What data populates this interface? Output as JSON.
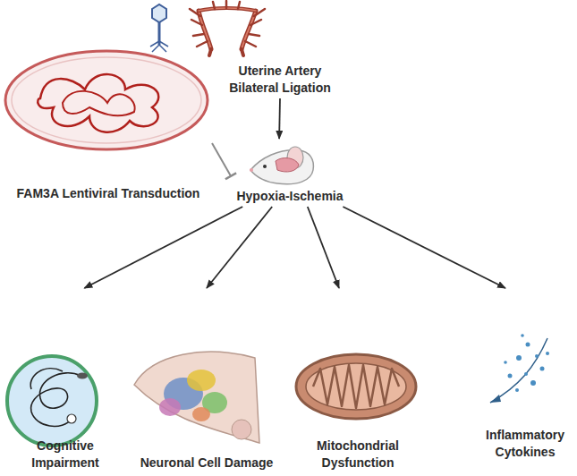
{
  "diagram": {
    "nodes": [
      {
        "text": [
          "Uterine Artery Bilateral Ligation"
        ]
      },
      {
        "text": [
          "FAM3A Lentiviral Transduction"
        ]
      },
      {
        "text": [
          "Hypoxia-Ischemia"
        ]
      },
      {
        "text": [
          "Cognitive Impairment"
        ]
      },
      {
        "text": [
          "Neuronal Cell Damage"
        ]
      },
      {
        "text": [
          "Mitochondrial Dysfunction"
        ]
      },
      {
        "text": [
          "Inflammatory Cytokines"
        ]
      }
    ],
    "edges": [
      {
        "from": 0,
        "to": 2,
        "arrow": "to"
      },
      {
        "from": 1,
        "to": 2,
        "arrow": "to"
      },
      {
        "from": 2,
        "to": 3,
        "arrow": "to"
      },
      {
        "from": 2,
        "to": 4,
        "arrow": "to"
      },
      {
        "from": 2,
        "to": 5,
        "arrow": "to"
      },
      {
        "from": 2,
        "to": 6,
        "arrow": "to"
      }
    ]
  }
}
